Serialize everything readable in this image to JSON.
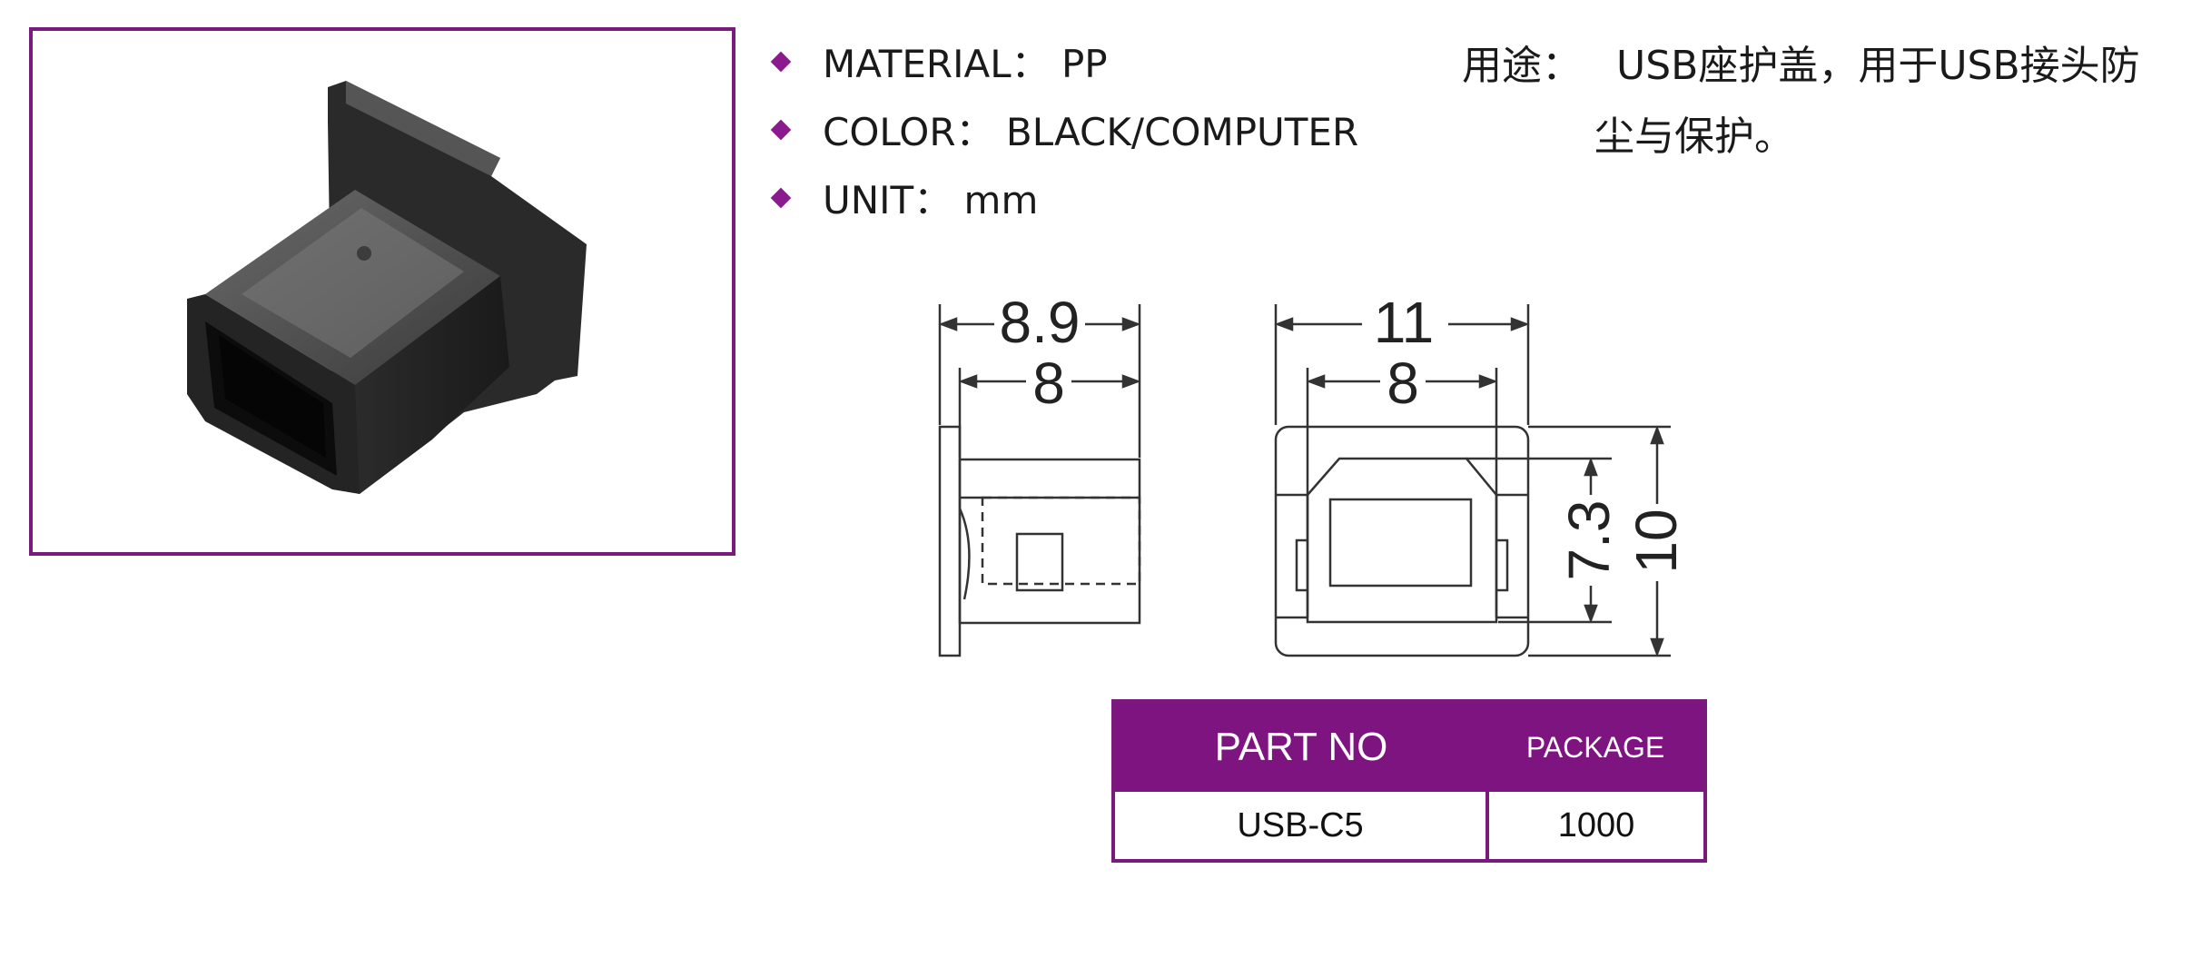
{
  "specs": [
    {
      "text": "MATERIAL： PP"
    },
    {
      "text": "COLOR： BLACK/COMPUTER"
    },
    {
      "text": "UNIT： mm"
    }
  ],
  "usage": {
    "label": "用途：",
    "line1": "USB座护盖，用于USB接头防",
    "line2": "尘与保护。"
  },
  "dimensions": {
    "side_view": {
      "overall_width": "8.9",
      "body_width": "8"
    },
    "front_view": {
      "overall_width": "11",
      "inner_width": "8",
      "inner_height": "7.3",
      "overall_height": "10"
    }
  },
  "table": {
    "headers": {
      "part": "PART NO",
      "package": "PACKAGE"
    },
    "rows": [
      {
        "part": "USB-C5",
        "package": "1000"
      }
    ]
  },
  "colors": {
    "accent": "#7e1480",
    "bullet": "#8b1a8f"
  },
  "icons": {
    "bullet": "diamond-bullet-icon"
  }
}
